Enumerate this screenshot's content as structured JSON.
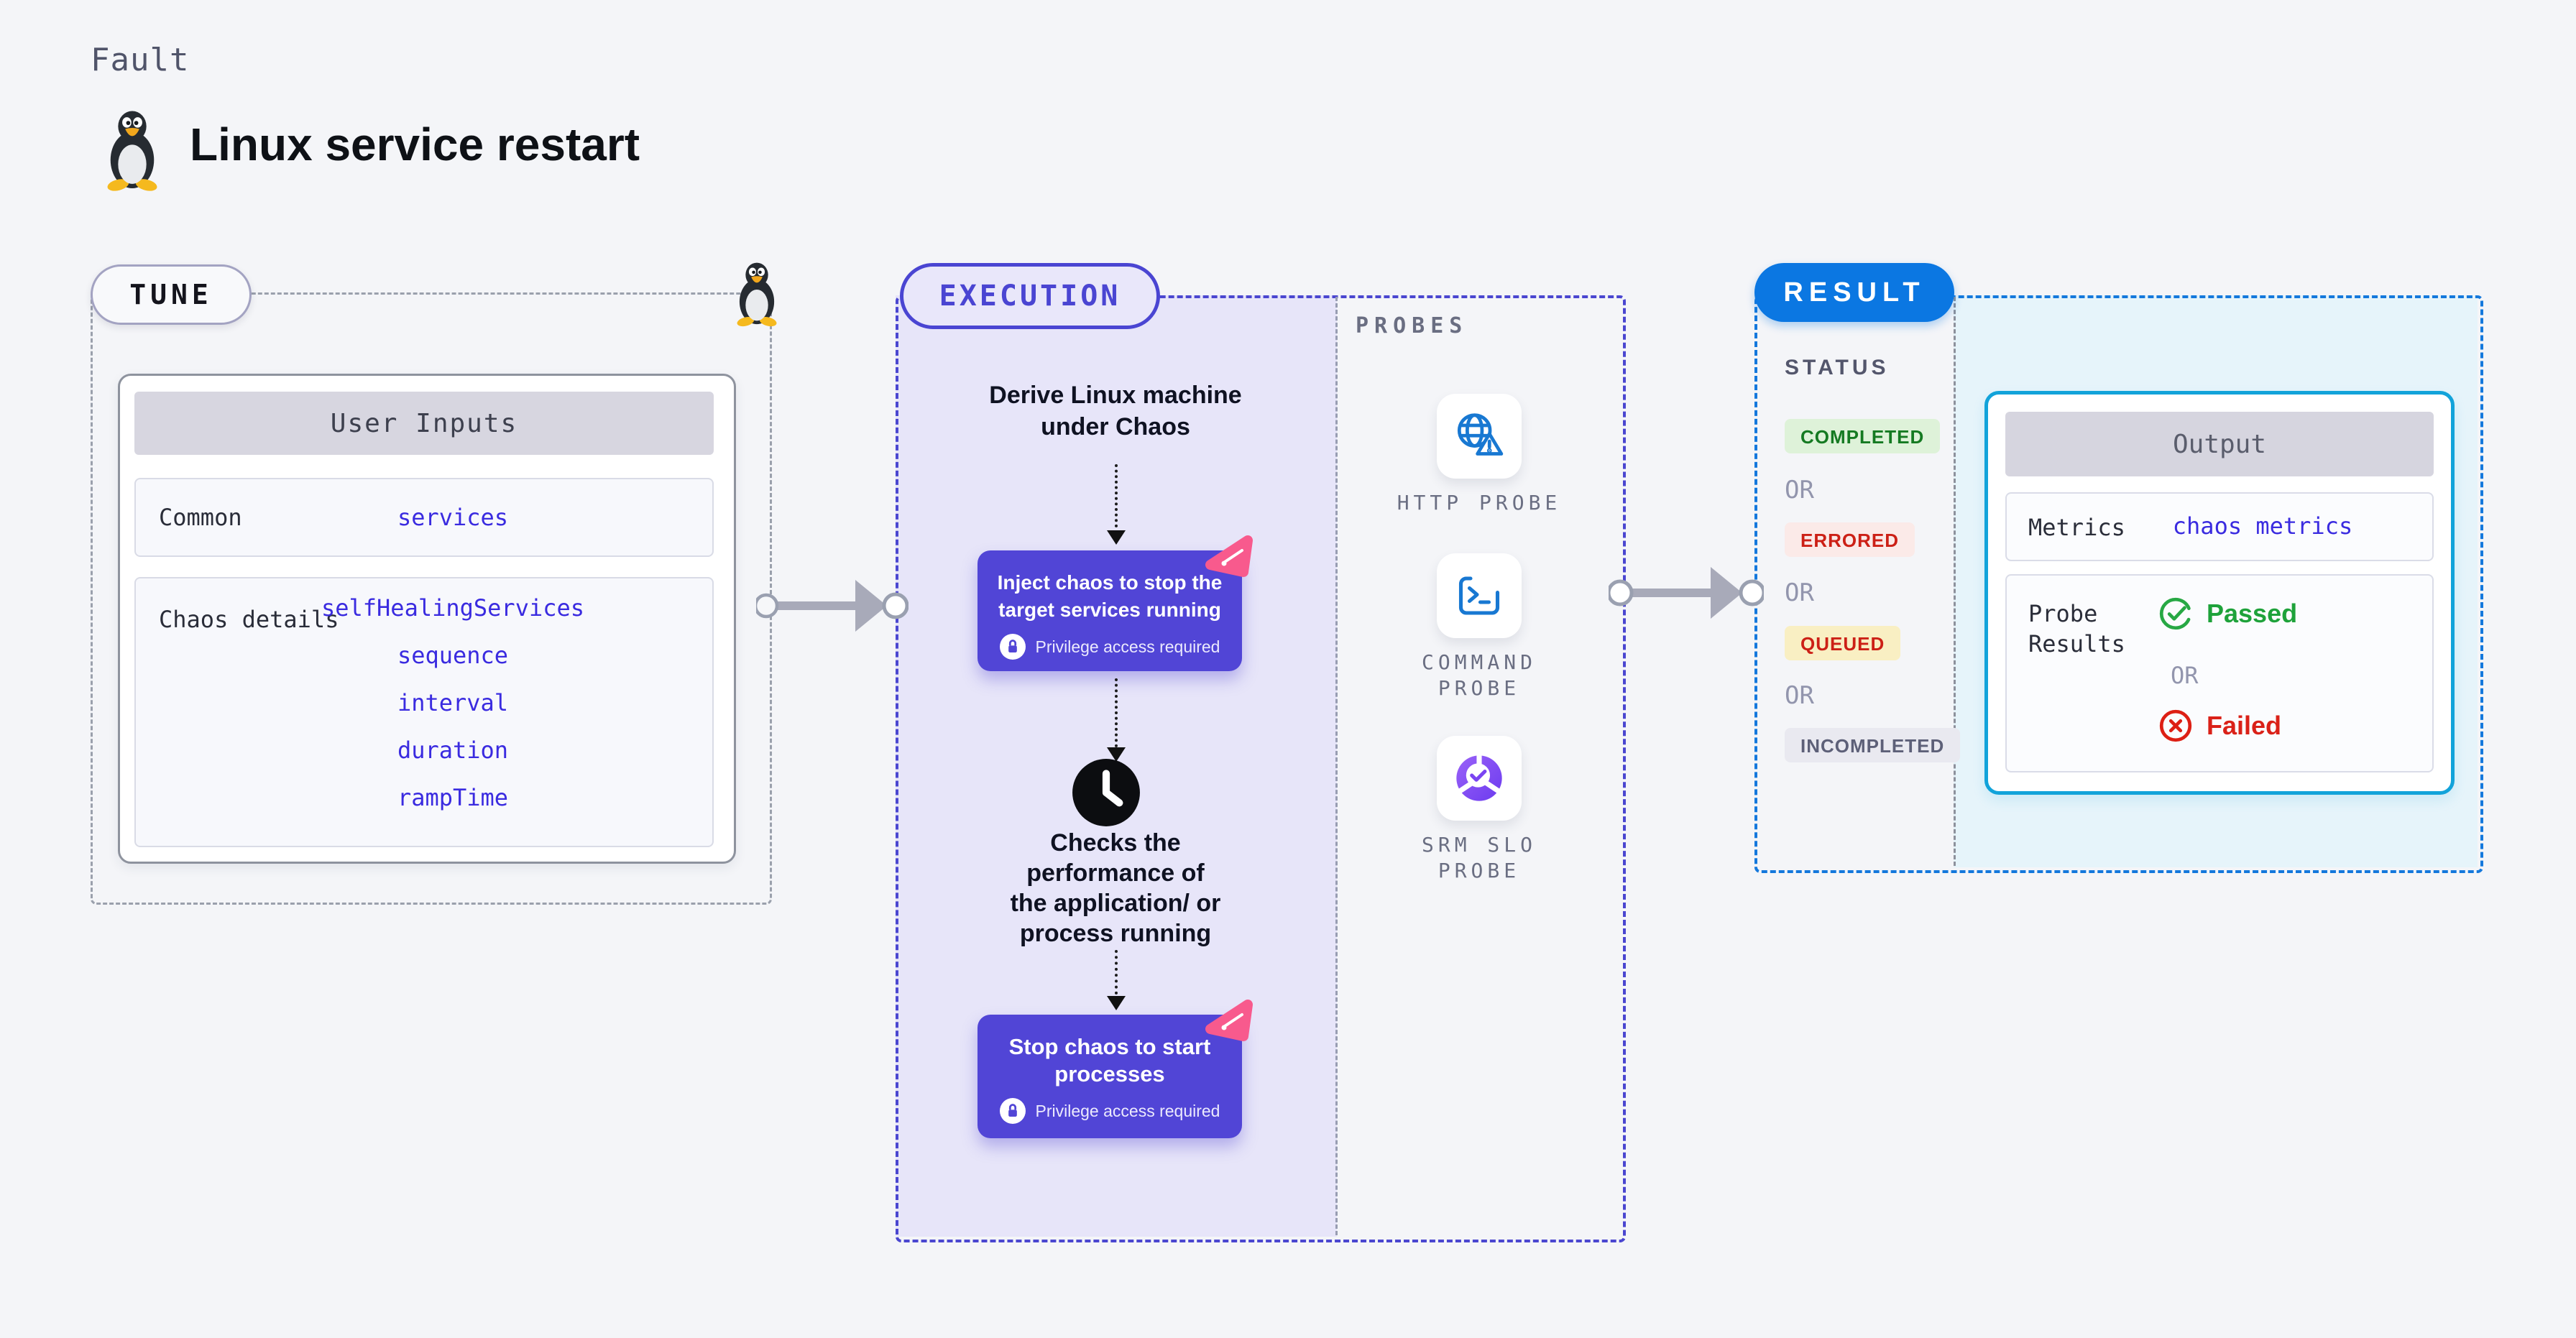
{
  "header": {
    "eyebrow": "Fault",
    "title": "Linux service restart"
  },
  "tune": {
    "label": "TUNE",
    "table": {
      "header": "User Inputs",
      "rows": [
        {
          "label": "Common",
          "values": [
            "services"
          ]
        },
        {
          "label": "Chaos details",
          "values": [
            "selfHealingServices",
            "sequence",
            "interval",
            "duration",
            "rampTime"
          ]
        }
      ]
    }
  },
  "execution": {
    "label": "EXECUTION",
    "derive_text": "Derive Linux machine\nunder Chaos",
    "inject": {
      "title": "Inject chaos to stop the\ntarget services running",
      "badge": "Privilege access required"
    },
    "checks_text": "Checks the\nperformance of\nthe application/ or\nprocess running",
    "stop": {
      "title": "Stop chaos to start\nprocesses",
      "badge": "Privilege access required"
    }
  },
  "probes": {
    "label": "PROBES",
    "items": [
      {
        "name": "HTTP PROBE",
        "icon": "globe-alert-icon"
      },
      {
        "name": "COMMAND\nPROBE",
        "icon": "terminal-icon"
      },
      {
        "name": "SRM SLO\nPROBE",
        "icon": "slo-donut-icon"
      }
    ]
  },
  "result": {
    "label": "RESULT",
    "status": {
      "label": "STATUS",
      "or": "OR",
      "badges": [
        {
          "text": "COMPLETED"
        },
        {
          "text": "ERRORED"
        },
        {
          "text": "QUEUED"
        },
        {
          "text": "INCOMPLETED"
        }
      ]
    },
    "output": {
      "header": "Output",
      "metrics_label": "Metrics",
      "metrics_value": "chaos metrics",
      "probe_results_label": "Probe\nResults",
      "passed_label": "Passed",
      "or_label": "OR",
      "failed_label": "Failed"
    }
  },
  "colors": {
    "page_bg": "#f4f5f8",
    "accent_purple": "#5145d6",
    "execution_border": "#4a46d0",
    "execution_fill": "#e7e5f9",
    "result_border": "#1478dc",
    "result_pill_bg": "#0b77e2",
    "cyan_border": "#12a3da",
    "cyan_fill": "#e6f4fa",
    "link_blue": "#3a2be0",
    "probe_icon_blue": "#1878d2",
    "passed_green": "#1ea23a",
    "failed_red": "#da2118",
    "completed_bg": "#def2d9",
    "completed_text": "#157a22",
    "errored_bg": "#fbeae8",
    "errored_text": "#cc2016",
    "queued_bg": "#f9efc3",
    "queued_text": "#cc2016",
    "incompleted_bg": "#e9e9f0",
    "incompleted_text": "#5d6078",
    "pink_icon": "#f85a8d",
    "arrow_gray": "#a8aab9"
  }
}
